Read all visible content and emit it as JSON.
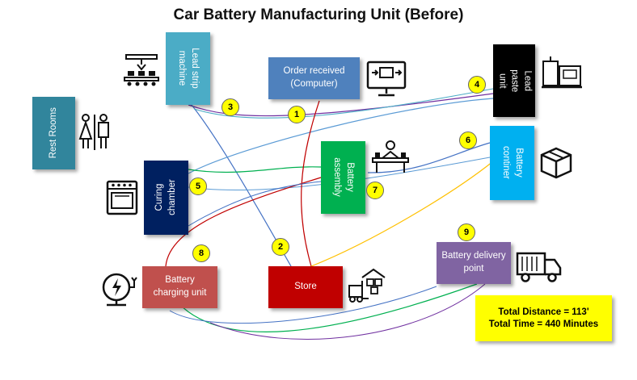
{
  "title": "Car Battery Manufacturing Unit (Before)",
  "stations": {
    "lead_strip": "Lead strip machine",
    "order": "Order received (Computer)",
    "lead_paste": "Lead paste unit",
    "rest_rooms": "Rest Rooms",
    "curing": "Curing chamber",
    "assembly": "Battery assembly",
    "container": "Battery continer",
    "store": "Store",
    "charging": "Battery charging unit",
    "delivery": "Battery delivery point"
  },
  "steps": [
    "1",
    "2",
    "3",
    "4",
    "5",
    "6",
    "7",
    "8",
    "9"
  ],
  "totals": {
    "distance": "Total Distance = 113'",
    "time": "Total Time = 440 Minutes"
  },
  "colors": {
    "lead_strip": "#4bacc6",
    "order": "#4f81bd",
    "lead_paste": "#000000",
    "rest_rooms": "#31859c",
    "curing": "#002060",
    "assembly": "#00b050",
    "container": "#00b0f0",
    "store": "#c00000",
    "charging": "#c0504d",
    "delivery": "#8064a2",
    "badge": "#ffff00"
  },
  "icons": [
    "robot-arm-conveyor-icon",
    "computer-monitor-icon",
    "lead-paste-machine-icon",
    "restroom-icon",
    "worker-assembly-icon",
    "oven-icon",
    "box-icon",
    "forklift-warehouse-icon",
    "charging-station-icon",
    "delivery-truck-icon"
  ]
}
